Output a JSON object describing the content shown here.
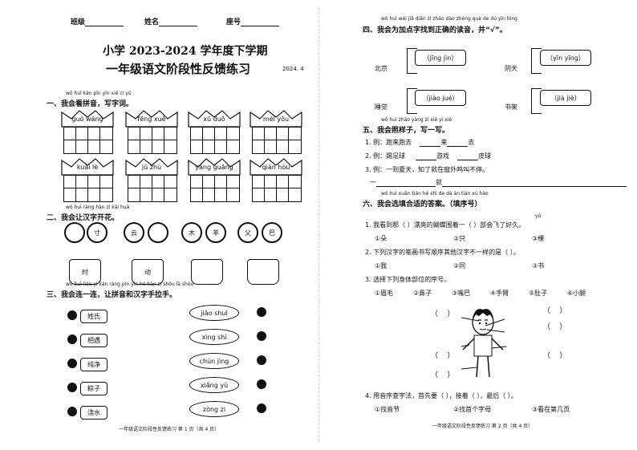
{
  "left": {
    "header": {
      "class_label": "班级",
      "name_label": "姓名",
      "seat_label": "座号"
    },
    "title1": "小学 2023-2024 学年度下学期",
    "title2": "一年级语文阶段性反馈练习",
    "date": "2024. 4",
    "q1": {
      "pinyin": "wǒ huì kàn pīn yīn    xiě cí yǔ",
      "label": "一、我会看拼音，写字词。",
      "items": [
        "guó  wáng",
        "fēng  xuě",
        "xū  duō",
        "méi  yǒu",
        "kuài  lè",
        "jū  zhù",
        "yáng  guāng",
        "qián  hòu"
      ]
    },
    "q2": {
      "pinyin": "wǒ huì ràng hàn zì kāi huā",
      "label": "二、我会让汉字开花。",
      "flowers": [
        {
          "petals": [
            "",
            "寸",
            ""
          ],
          "center": "时"
        },
        {
          "petals": [
            "云",
            ""
          ],
          "center": "动"
        },
        {
          "petals": [
            "木",
            "羊"
          ],
          "center": ""
        },
        {
          "petals": [
            "父",
            "巴"
          ],
          "center": ""
        }
      ]
    },
    "q3": {
      "pinyin": "wǒ huì lián yi lián    ràng pīn yīn hé hàn zì shǒu lā shǒu",
      "label": "三、我会连一连，让拼音和汉字手拉手。",
      "words": [
        "姓氏",
        "相遇",
        "纯净",
        "粽子",
        "浇水"
      ],
      "pinyins": [
        "jiāo  shuǐ",
        "xìng  shì",
        "chún  jìng",
        "xiāng  yù",
        "zòng  zi"
      ]
    },
    "footer": "一年级语文阶段性反馈练习    第 1 页（共 4 页）"
  },
  "right": {
    "q4": {
      "pinyin": "wǒ huì wéi jiā diǎn zì zhǎo dào zhèng què de dú yīn    bìng",
      "label": "四、我会为加点字找到正确的读音，并“√”。",
      "items": [
        {
          "word": "北京",
          "py": "（jīng  jìn）"
        },
        {
          "word": "阴天",
          "py": "（yīn  yīng）"
        },
        {
          "word": "睡觉",
          "py": "（jiào  jué）"
        },
        {
          "word": "书架",
          "py": "（jià  jiè）"
        }
      ]
    },
    "q5": {
      "pinyin": "wǒ huì zhào yàng zi    xiě yi xiě",
      "label": "五、我会照样子，写一写。",
      "ex1": "1. 例：跑来跑去",
      "ex1b": "来",
      "ex1c": "去",
      "ex2": "2. 例：踢足球",
      "ex2b": "游戏",
      "ex2c": "皮球",
      "ex3": "3. 例：一到夏天，知了就在窗外鸣叫不停。",
      "ex3b": "一",
      "ex3c": "就"
    },
    "q6": {
      "pinyin": "wǒ huì xuǎn tián hé shì de dá àn    tián xù hào",
      "pinyin2": "yǔ",
      "label": "六、我会选填合适的答案。（填序号）",
      "s1": "1. 我看到那（     ）漂亮的蝴蝶围着一（     ）部会飞了好久。",
      "s1opts": [
        "①朵",
        "②只",
        "③棵"
      ],
      "s2": "2. 下列汉字的笔画书写顺序其他汉字不一样的是（     ）。",
      "s2opts": [
        "①我",
        "②同",
        "③书"
      ],
      "s3": "3. 选择下列身体部位的序号。",
      "s3opts": [
        "①眉毛",
        "②鼻子",
        "③嘴巴",
        "④手臂",
        "⑤肚子",
        "⑥小腿"
      ],
      "s4": "4. 用音序查字法，首先要（     ），接着（     ），最后（     ）。",
      "s4opts": [
        "①找音节",
        "②找首个字母",
        "③看在第几页"
      ]
    },
    "footer": "一年级语文阶段性反馈练习    第 2 页（共 4 页）"
  }
}
